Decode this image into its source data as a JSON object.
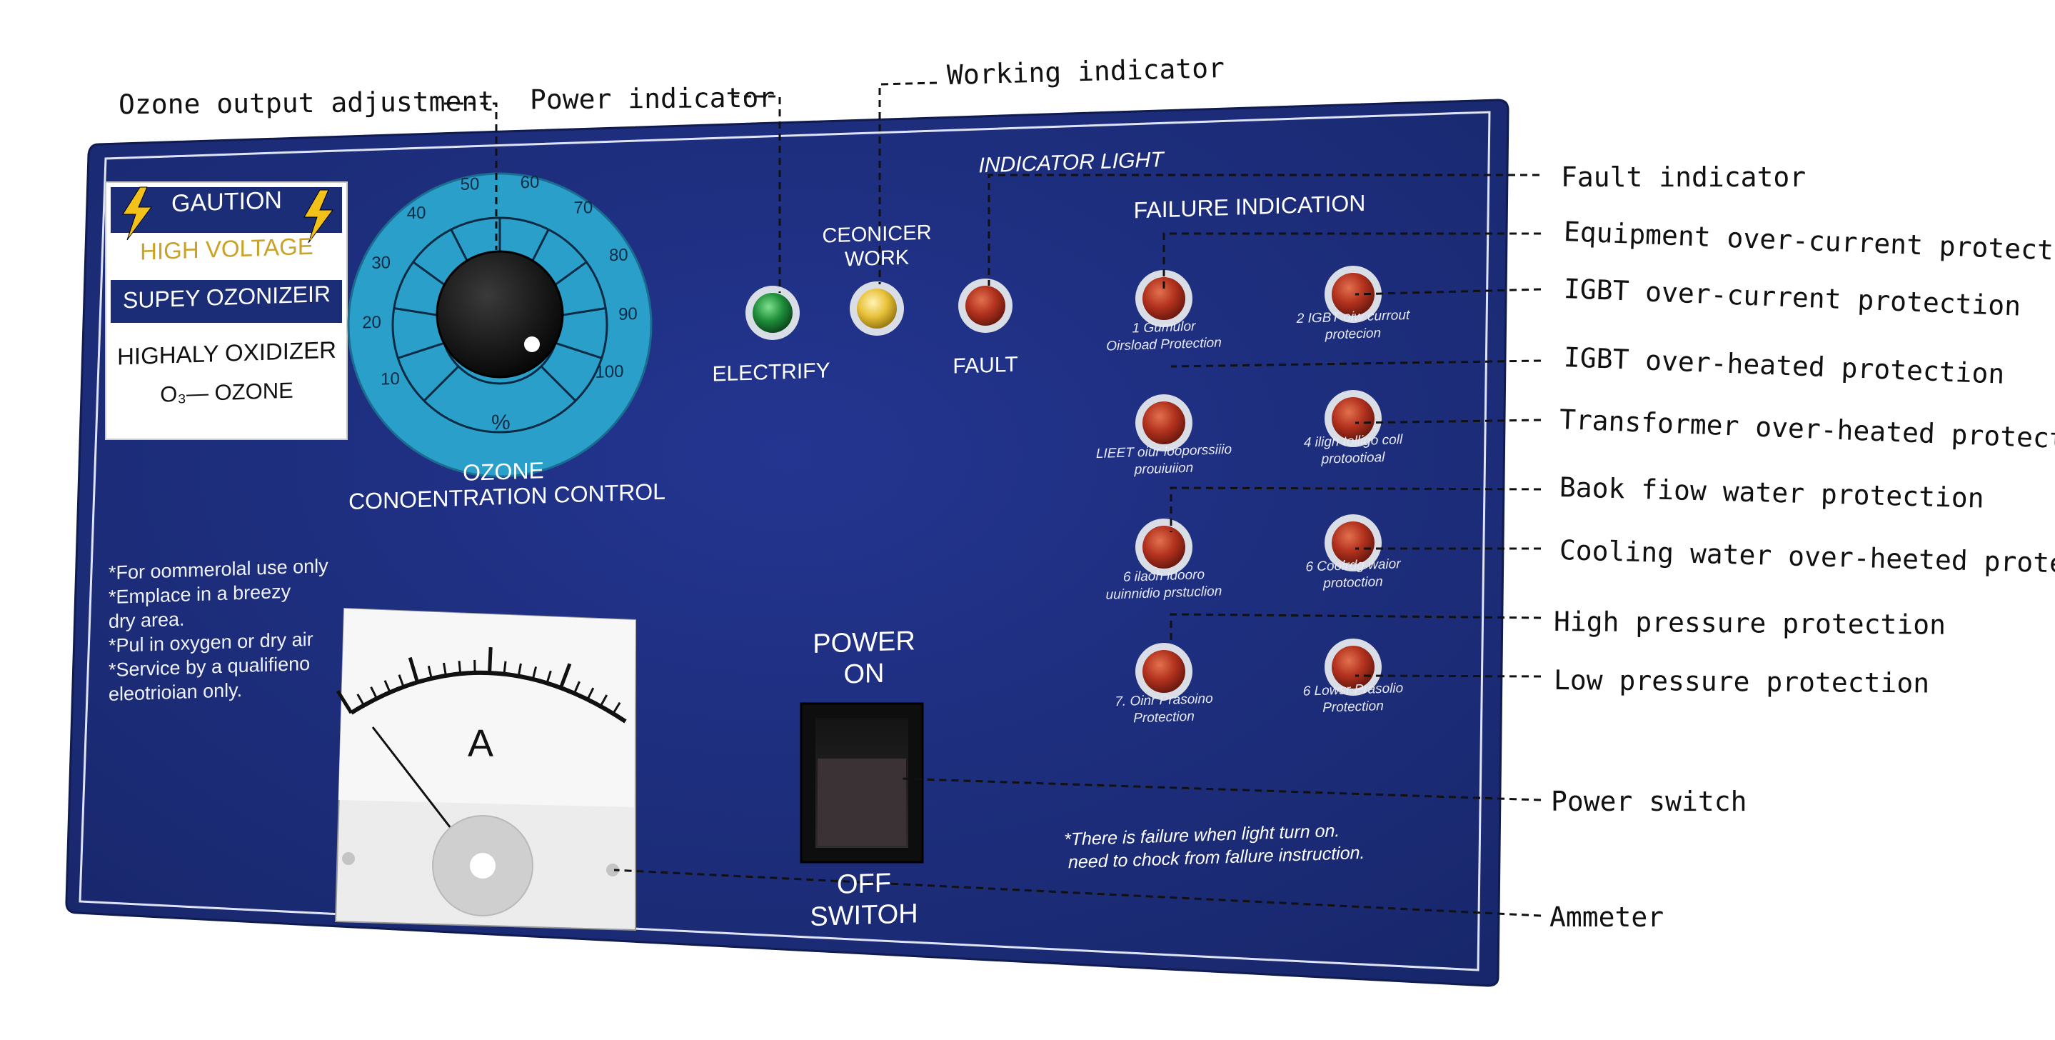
{
  "annotations": [
    {
      "id": "ozone-output",
      "label": "Ozone output adjustment"
    },
    {
      "id": "power-ind",
      "label": "Power indicator"
    },
    {
      "id": "working-ind",
      "label": "Working indicator"
    },
    {
      "id": "fault-ind",
      "label": "Fault indicator"
    },
    {
      "id": "equip-oc",
      "label": "Equipment over-current protection"
    },
    {
      "id": "igbt-oc",
      "label": "IGBT over-current protection"
    },
    {
      "id": "igbt-oh",
      "label": "IGBT over-heated protection"
    },
    {
      "id": "trans-oh",
      "label": "Transformer over-heated protection"
    },
    {
      "id": "backflow",
      "label": "Baok fiow water protection"
    },
    {
      "id": "cooling-oh",
      "label": "Cooling water over-heeted protection"
    },
    {
      "id": "high-press",
      "label": "High pressure protection"
    },
    {
      "id": "low-press",
      "label": "Low pressure protection"
    },
    {
      "id": "power-sw",
      "label": "Power switch"
    },
    {
      "id": "ammeter",
      "label": "Ammeter"
    }
  ],
  "panel": {
    "caution": {
      "title": "GAUTION",
      "voltage": "HIGH VOLTAGE",
      "brand": "SUPEY OZONIZEIR",
      "oxidizer": "HIGHALY OXIDIZER",
      "ozone": "O₃— OZONE"
    },
    "dial": {
      "ticks": [
        "10",
        "20",
        "30",
        "40",
        "50",
        "60",
        "70",
        "80",
        "90",
        "100"
      ],
      "unit": "%",
      "label_line1": "OZONE",
      "label_line2": "CONOENTRATION CONTROL"
    },
    "indicator_light": "INDICATOR LIGHT",
    "electrify": "ELECTRIFY",
    "work_line1": "CEONICER",
    "work_line2": "WORK",
    "fault": "FAULT",
    "failure_indication": "FAILURE INDICATION",
    "failures": [
      {
        "line1": "1 Gumulor",
        "line2": "Oirsload Protection"
      },
      {
        "line1": "2 IGBT oiw currout",
        "line2": "protecion"
      },
      {
        "line1": "LIEET oiur looporssiiio",
        "line2": "prouiuiion"
      },
      {
        "line1": "4 iligh tolligo coll",
        "line2": "protootioal"
      },
      {
        "line1": "6 ilaoh idooro",
        "line2": "uuinnidio prstuclion"
      },
      {
        "line1": "6 Coolrdg waior",
        "line2": "protoction"
      },
      {
        "line1": "7. Oinr Prasoino",
        "line2": "Protection"
      },
      {
        "line1": "6 Lowsr Prasolio",
        "line2": "Protection"
      }
    ],
    "notes": [
      "*For oommerolal use only",
      "*Emplace in a breezy",
      " dry area.",
      "*Pul in oxygen or dry air",
      "*Service by a qualifieno",
      " eleotrioian only."
    ],
    "power_on_line1": "POWER",
    "power_on_line2": "ON",
    "off": "OFF",
    "switch": "SWITOH",
    "failure_note_line1": "*There is failure when light turn on.",
    "failure_note_line2": "need to chock from fallure instruction.",
    "ammeter_unit": "A"
  },
  "colors": {
    "panel_blue": "#1c2d78",
    "dial_cyan": "#2a9fc9",
    "led_red": "#b3321e",
    "led_green": "#1e8f3a",
    "led_yellow": "#e8c13a",
    "caution_gold": "#c9a227"
  }
}
